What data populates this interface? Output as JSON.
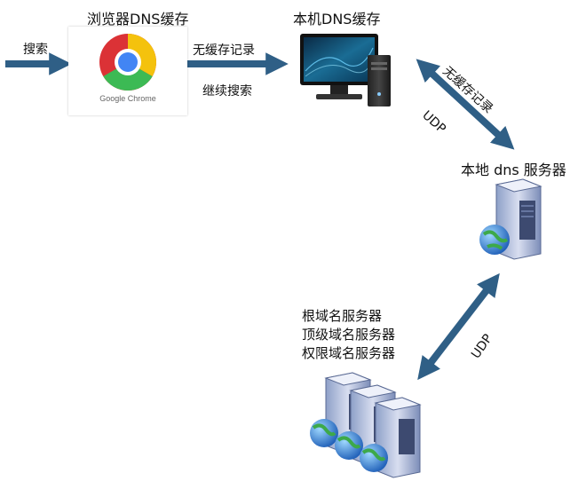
{
  "labels": {
    "search": "搜索",
    "browser_cache": "浏览器DNS缓存",
    "no_cache_record": "无缓存记录",
    "continue_search": "继续搜索",
    "local_machine_cache": "本机DNS缓存",
    "no_cache_record_diag": "无缓存记录",
    "udp_top": "UDP",
    "local_dns_server": "本地 dns 服务器",
    "udp_bottom": "UDP",
    "server_names": [
      "根域名服务器",
      "顶级域名服务器",
      "权限域名服务器"
    ]
  },
  "chrome_caption": "Google Chrome",
  "colors": {
    "arrow": "#2f5f86",
    "chrome_red": "#db3236",
    "chrome_yellow": "#f4c20d",
    "chrome_green": "#3cba54",
    "chrome_blue": "#4285f4"
  }
}
